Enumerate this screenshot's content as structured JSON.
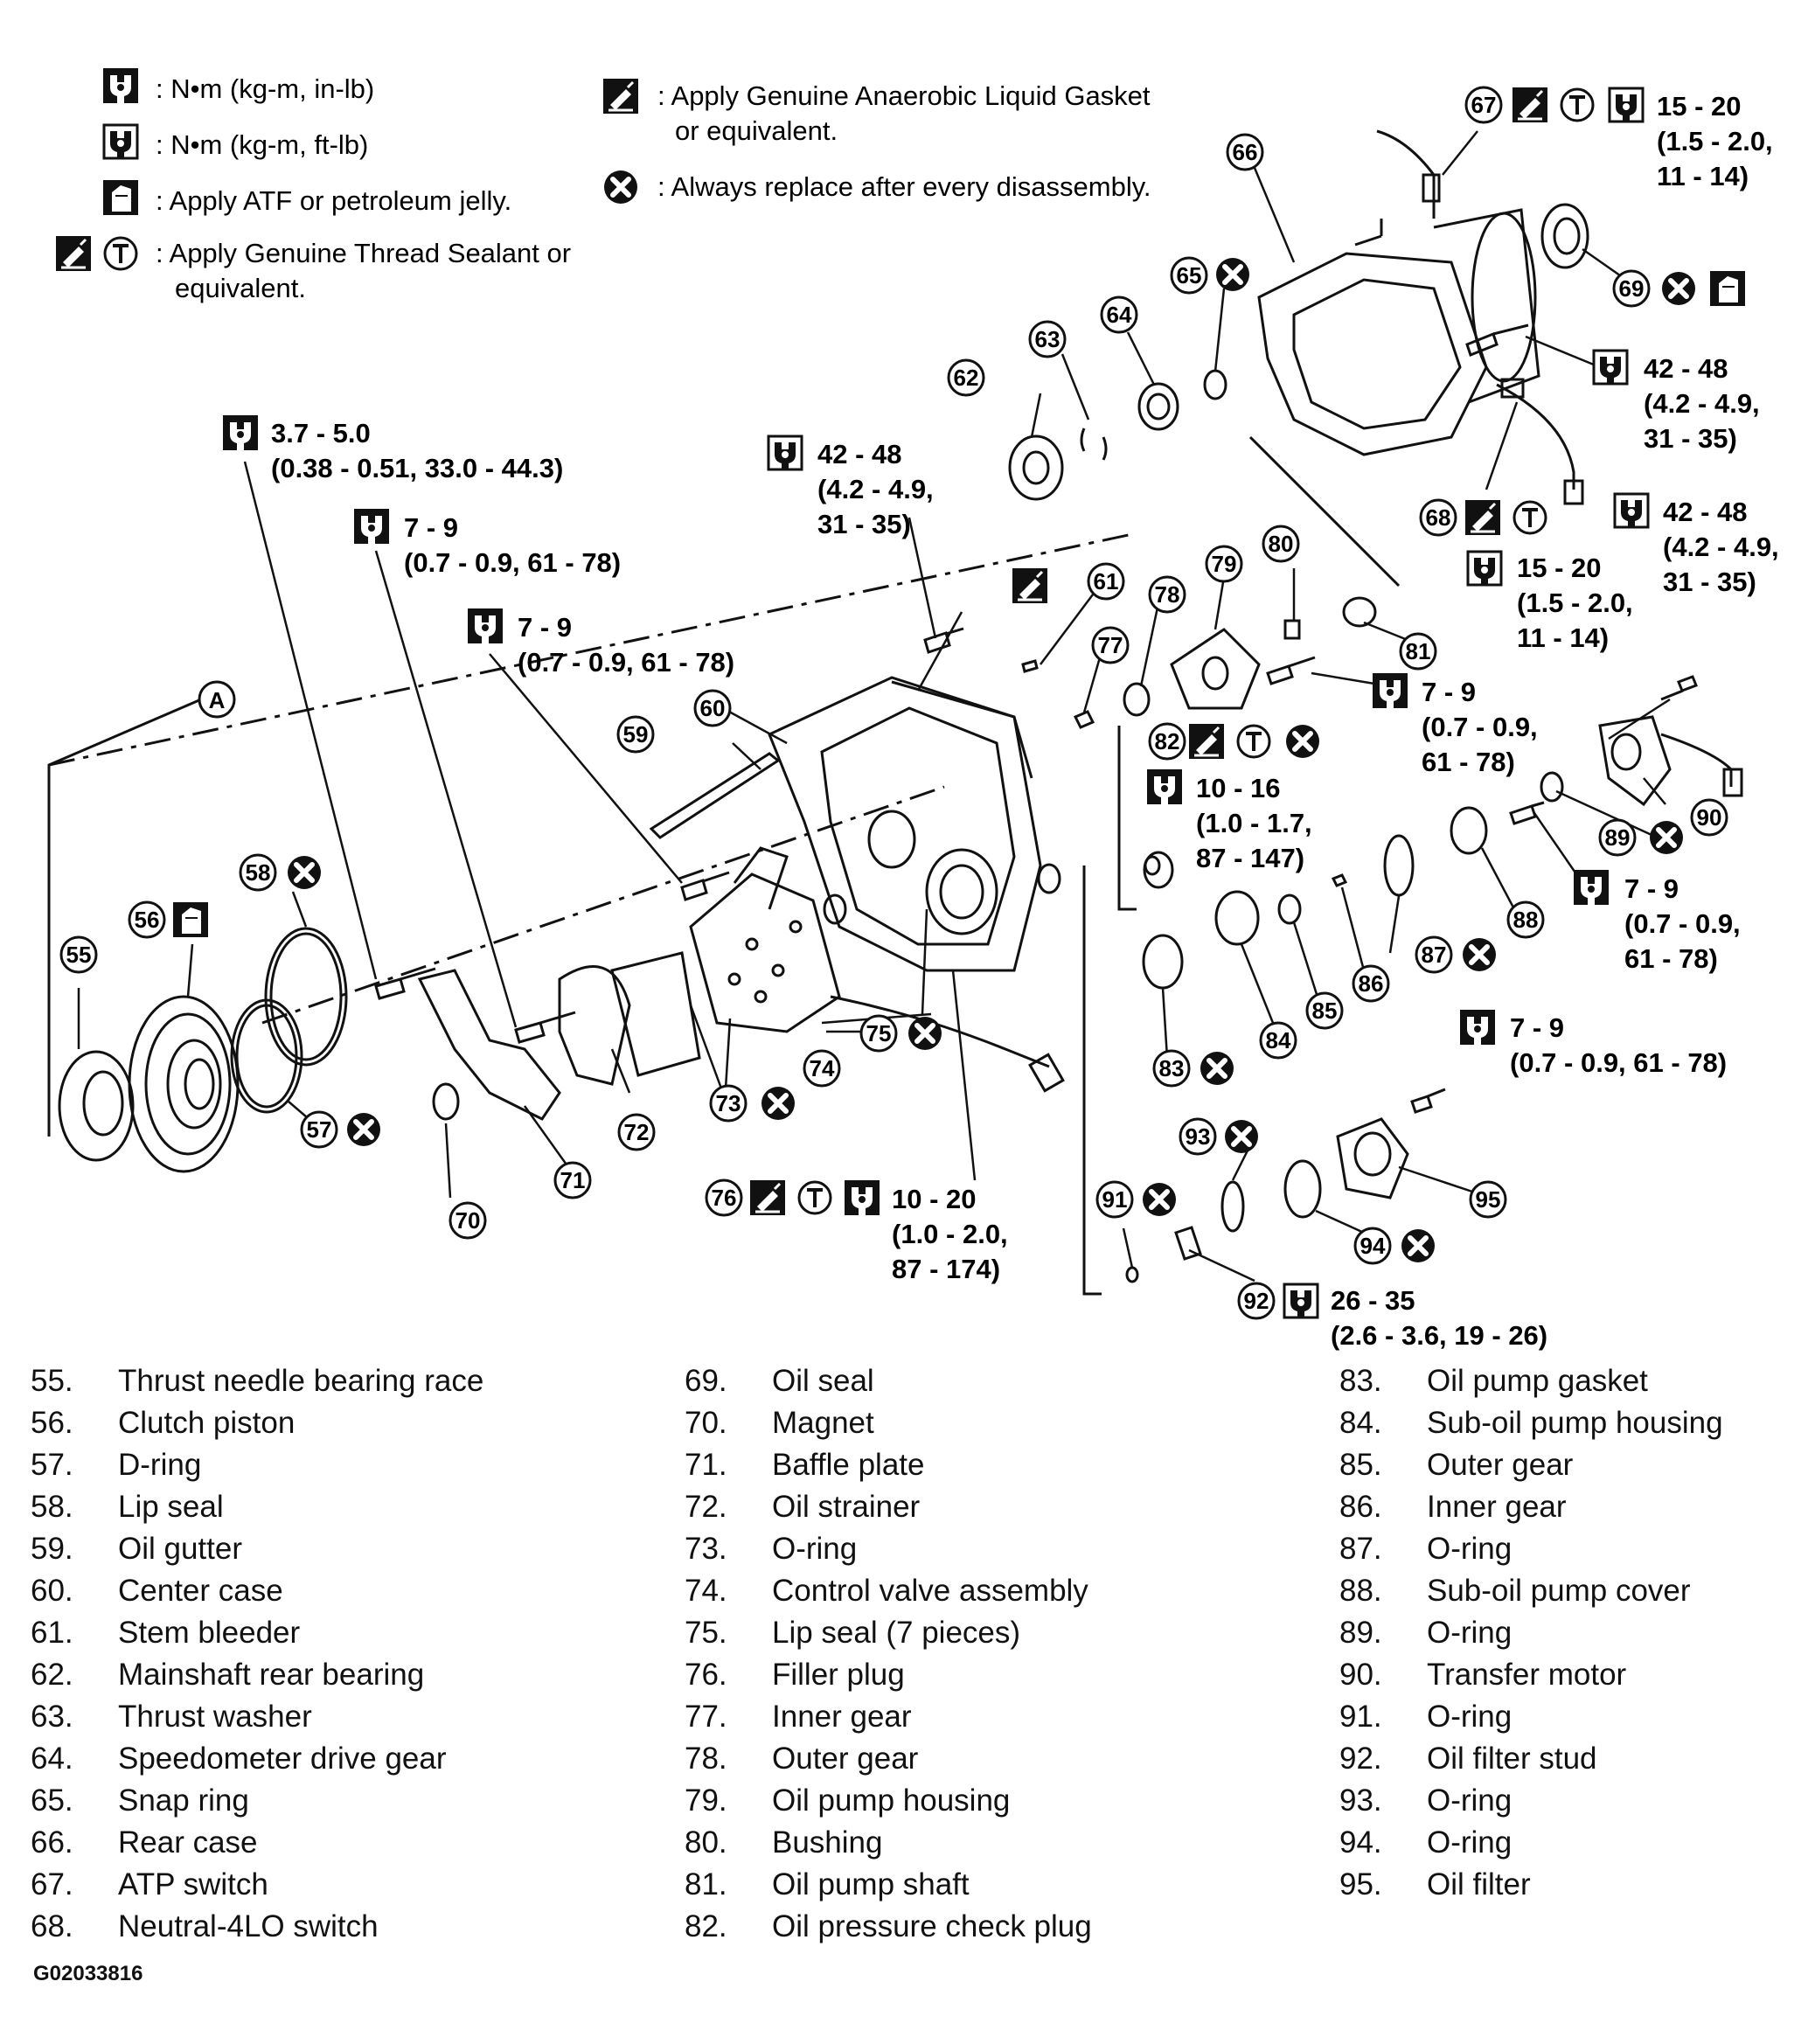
{
  "legend": [
    {
      "icons": [
        "torque-inlb"
      ],
      "text": ": N•m (kg-m, in-lb)"
    },
    {
      "icons": [
        "torque-ftlb"
      ],
      "text": ": N•m (kg-m, ft-lb)"
    },
    {
      "icons": [
        "atf"
      ],
      "text": ": Apply ATF or petroleum jelly."
    },
    {
      "icons": [
        "sealant",
        "thread-t"
      ],
      "text": ": Apply Genuine Thread Sealant or\nequivalent."
    },
    {
      "icons": [
        "sealant"
      ],
      "text": ": Apply Genuine Anaerobic Liquid Gasket\nor equivalent."
    },
    {
      "icons": [
        "replace-x"
      ],
      "text": ": Always replace after every disassembly."
    }
  ],
  "callouts": {
    "c67": [
      "15 - 20",
      "(1.5 - 2.0,",
      "11 - 14)"
    ],
    "c42a": [
      "42 - 48",
      "(4.2 - 4.9,",
      "31 - 35)"
    ],
    "c42b": [
      "42 - 48",
      "(4.2 - 4.9,",
      "31 - 35)"
    ],
    "c42c": [
      "42 - 48",
      "(4.2 - 4.9,",
      "31 - 35)"
    ],
    "c37": [
      "3.7 - 5.0",
      "(0.38 - 0.51, 33.0 - 44.3)"
    ],
    "c79a": [
      "7 - 9",
      "(0.7 - 0.9, 61 - 78)"
    ],
    "c79b": [
      "7 - 9",
      "(0.7 - 0.9, 61 - 78)"
    ],
    "c68": [
      "15 - 20",
      "(1.5 - 2.0,",
      "11 - 14)"
    ],
    "c79c": [
      "7 - 9",
      "(0.7 - 0.9,",
      "61 - 78)"
    ],
    "c1016": [
      "10 - 16",
      "(1.0 - 1.7,",
      "87 - 147)"
    ],
    "c79d": [
      "7 - 9",
      "(0.7 - 0.9,",
      "61 - 78)"
    ],
    "c79e": [
      "7 - 9",
      "(0.7 - 0.9, 61 - 78)"
    ],
    "c1020": [
      "10 - 20",
      "(1.0 - 2.0,",
      "87 - 174)"
    ],
    "c2635": [
      "26 - 35",
      "(2.6 - 3.6, 19 - 26)"
    ]
  },
  "labels": {
    "A": "A",
    "n55": "55",
    "n56": "56",
    "n57": "57",
    "n58": "58",
    "n59": "59",
    "n60": "60",
    "n61": "61",
    "n62": "62",
    "n63": "63",
    "n64": "64",
    "n65": "65",
    "n66": "66",
    "n67": "67",
    "n68": "68",
    "n69": "69",
    "n70": "70",
    "n71": "71",
    "n72": "72",
    "n73": "73",
    "n74": "74",
    "n75": "75",
    "n76": "76",
    "n77": "77",
    "n78": "78",
    "n79": "79",
    "n80": "80",
    "n81": "81",
    "n82": "82",
    "n83": "83",
    "n84": "84",
    "n85": "85",
    "n86": "86",
    "n87": "87",
    "n88": "88",
    "n89": "89",
    "n90": "90",
    "n91": "91",
    "n92": "92",
    "n93": "93",
    "n94": "94",
    "n95": "95",
    "t": "T"
  },
  "parts": {
    "col1": [
      {
        "num": "55.",
        "name": "Thrust needle bearing race"
      },
      {
        "num": "56.",
        "name": "Clutch piston"
      },
      {
        "num": "57.",
        "name": "D-ring"
      },
      {
        "num": "58.",
        "name": "Lip seal"
      },
      {
        "num": "59.",
        "name": "Oil gutter"
      },
      {
        "num": "60.",
        "name": "Center case"
      },
      {
        "num": "61.",
        "name": "Stem bleeder"
      },
      {
        "num": "62.",
        "name": "Mainshaft rear bearing"
      },
      {
        "num": "63.",
        "name": "Thrust washer"
      },
      {
        "num": "64.",
        "name": "Speedometer drive gear"
      },
      {
        "num": "65.",
        "name": "Snap ring"
      },
      {
        "num": "66.",
        "name": "Rear case"
      },
      {
        "num": "67.",
        "name": "ATP switch"
      },
      {
        "num": "68.",
        "name": "Neutral-4LO switch"
      }
    ],
    "col2": [
      {
        "num": "69.",
        "name": "Oil seal"
      },
      {
        "num": "70.",
        "name": "Magnet"
      },
      {
        "num": "71.",
        "name": "Baffle plate"
      },
      {
        "num": "72.",
        "name": "Oil strainer"
      },
      {
        "num": "73.",
        "name": "O-ring"
      },
      {
        "num": "74.",
        "name": "Control valve assembly"
      },
      {
        "num": "75.",
        "name": "Lip seal (7 pieces)"
      },
      {
        "num": "76.",
        "name": "Filler plug"
      },
      {
        "num": "77.",
        "name": "Inner gear"
      },
      {
        "num": "78.",
        "name": "Outer gear"
      },
      {
        "num": "79.",
        "name": "Oil pump housing"
      },
      {
        "num": "80.",
        "name": "Bushing"
      },
      {
        "num": "81.",
        "name": "Oil pump shaft"
      },
      {
        "num": "82.",
        "name": "Oil pressure check plug"
      }
    ],
    "col3": [
      {
        "num": "83.",
        "name": "Oil pump gasket"
      },
      {
        "num": "84.",
        "name": "Sub-oil pump housing"
      },
      {
        "num": "85.",
        "name": "Outer gear"
      },
      {
        "num": "86.",
        "name": "Inner gear"
      },
      {
        "num": "87.",
        "name": "O-ring"
      },
      {
        "num": "88.",
        "name": "Sub-oil pump cover"
      },
      {
        "num": "89.",
        "name": "O-ring"
      },
      {
        "num": "90.",
        "name": "Transfer motor"
      },
      {
        "num": "91.",
        "name": "O-ring"
      },
      {
        "num": "92.",
        "name": "Oil filter stud"
      },
      {
        "num": "93.",
        "name": "O-ring"
      },
      {
        "num": "94.",
        "name": "O-ring"
      },
      {
        "num": "95.",
        "name": "Oil filter"
      }
    ]
  },
  "figure_code": "G02033816"
}
